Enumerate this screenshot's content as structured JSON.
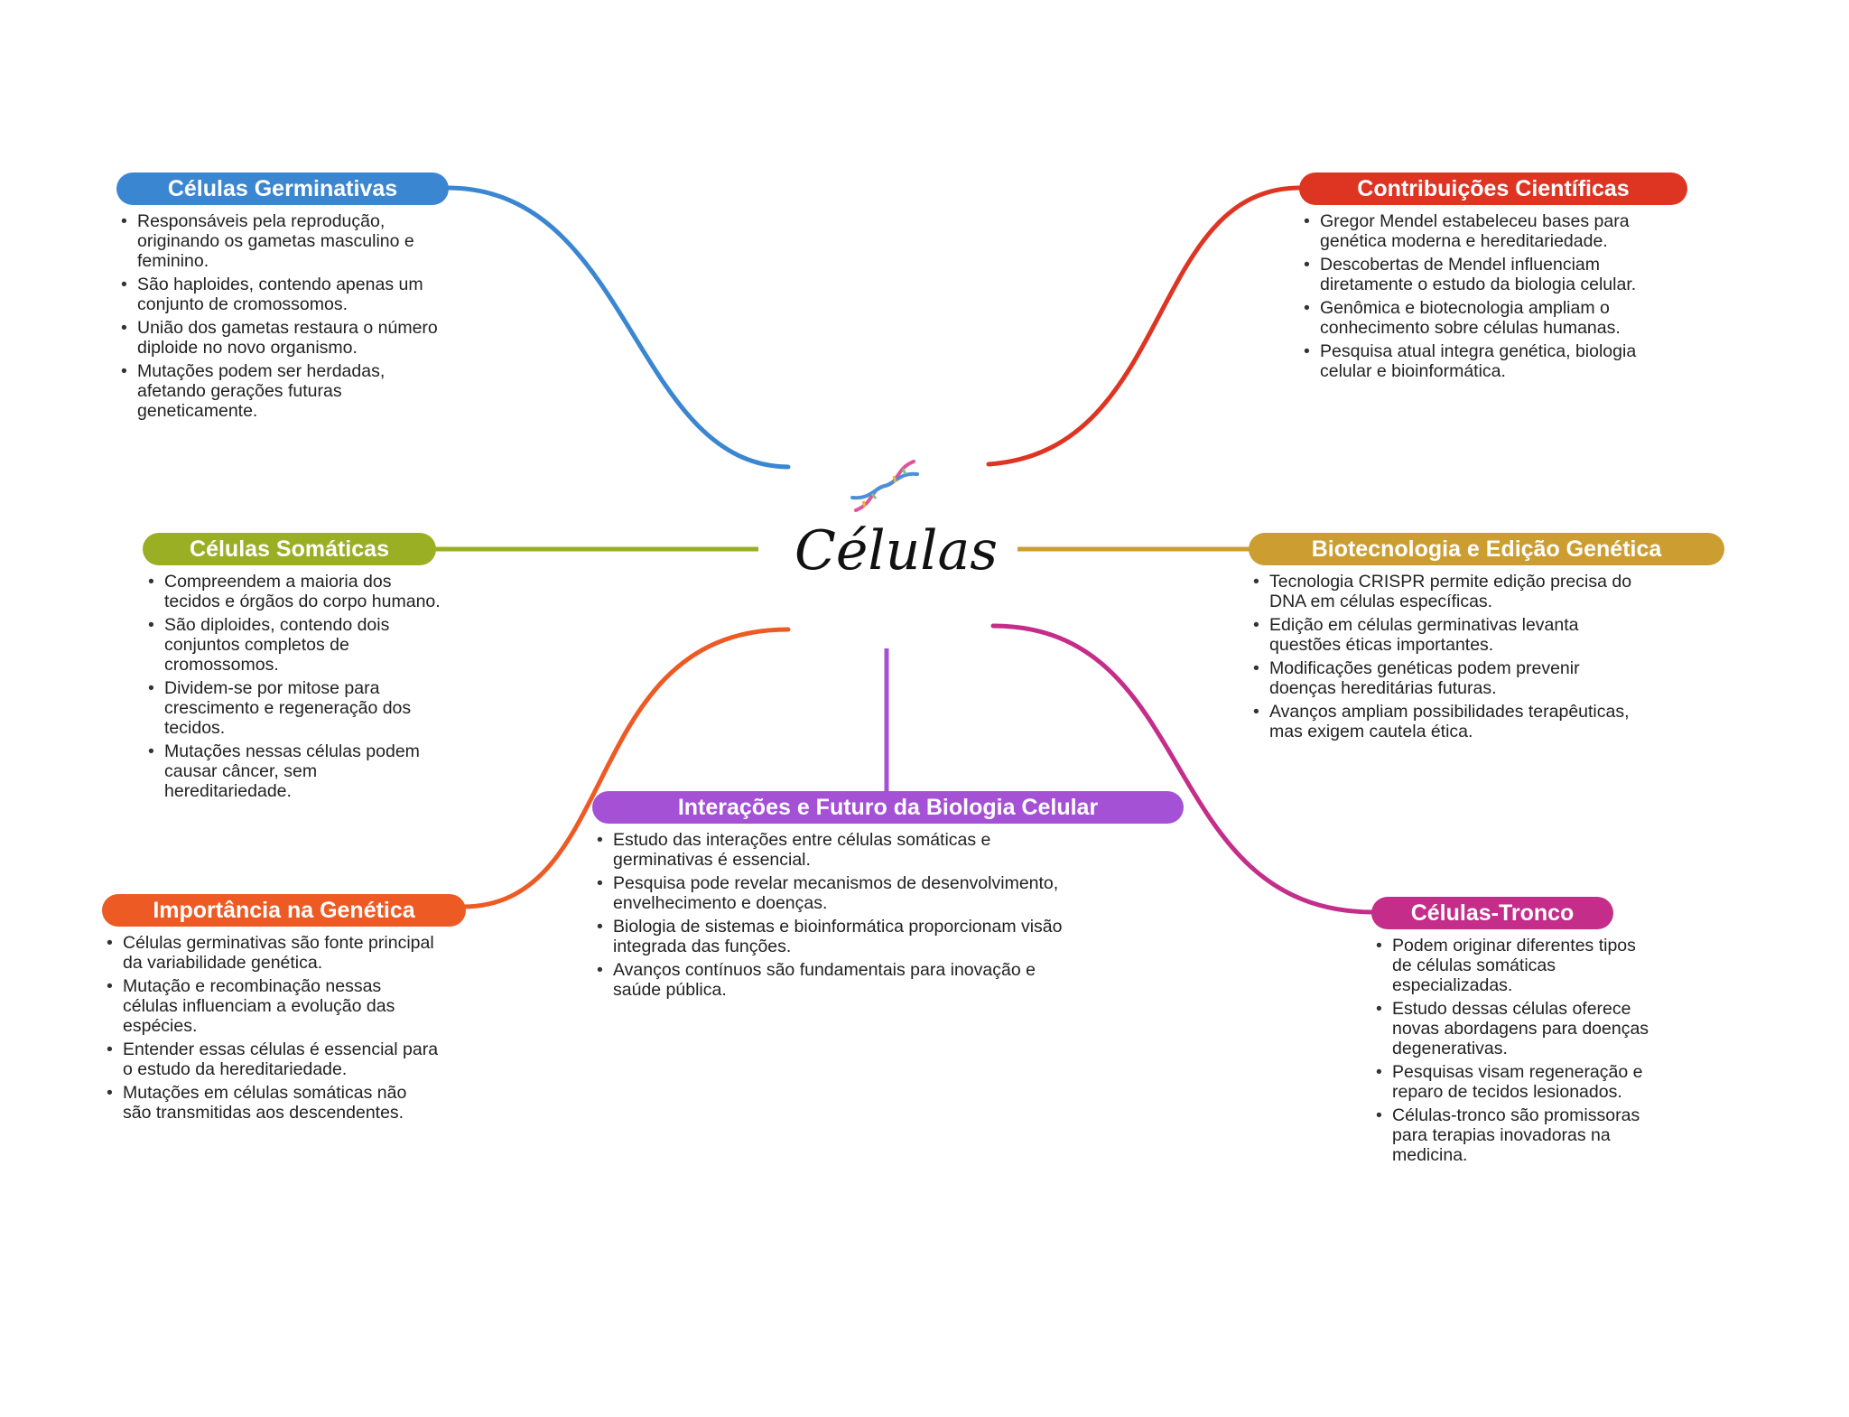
{
  "central": {
    "title": "Células",
    "icon": "dna-icon"
  },
  "colors": {
    "germinativas": "#3A86D1",
    "somaticas": "#9BAF24",
    "importancia": "#EE5A24",
    "interacoes": "#A451D6",
    "contribuicoes": "#DE3523",
    "biotecnologia": "#CC9E31",
    "tronco": "#C42D8A"
  },
  "nodes": {
    "germinativas": {
      "title": "Células Germinativas",
      "bullets": [
        "Responsáveis pela reprodução, originando os gametas masculino e feminino.",
        "São haploides, contendo apenas um conjunto de cromossomos.",
        "União dos gametas restaura o número diploide no novo organismo.",
        "Mutações podem ser herdadas, afetando gerações futuras geneticamente."
      ]
    },
    "somaticas": {
      "title": "Células Somáticas",
      "bullets": [
        "Compreendem a maioria dos tecidos e órgãos do corpo humano.",
        "São diploides, contendo dois conjuntos completos de cromossomos.",
        "Dividem-se por mitose para crescimento e regeneração dos tecidos.",
        "Mutações nessas células podem causar câncer, sem hereditariedade."
      ]
    },
    "importancia": {
      "title": "Importância na Genética",
      "bullets": [
        "Células germinativas são fonte principal da variabilidade genética.",
        "Mutação e recombinação nessas células influenciam a evolução das espécies.",
        "Entender essas células é essencial para o estudo da hereditariedade.",
        "Mutações em células somáticas não são transmitidas aos descendentes."
      ]
    },
    "interacoes": {
      "title": "Interações e Futuro da Biologia Celular",
      "bullets": [
        "Estudo das interações entre células somáticas e germinativas é essencial.",
        "Pesquisa pode revelar mecanismos de desenvolvimento, envelhecimento e doenças.",
        "Biologia de sistemas e bioinformática proporcionam visão integrada das funções.",
        "Avanços contínuos são fundamentais para inovação e saúde pública."
      ]
    },
    "contribuicoes": {
      "title": "Contribuições Científicas",
      "bullets": [
        "Gregor Mendel estabeleceu bases para genética moderna e hereditariedade.",
        "Descobertas de Mendel influenciam diretamente o estudo da biologia celular.",
        "Genômica e biotecnologia ampliam o conhecimento sobre células humanas.",
        "Pesquisa atual integra genética, biologia celular e bioinformática."
      ]
    },
    "biotecnologia": {
      "title": "Biotecnologia e Edição Genética",
      "bullets": [
        "Tecnologia CRISPR permite edição precisa do DNA em células específicas.",
        "Edição em células germinativas levanta questões éticas importantes.",
        "Modificações genéticas podem prevenir doenças hereditárias futuras.",
        "Avanços ampliam possibilidades terapêuticas, mas exigem cautela ética."
      ]
    },
    "tronco": {
      "title": "Células-Tronco",
      "bullets": [
        "Podem originar diferentes tipos de células somáticas especializadas.",
        "Estudo dessas células oferece novas abordagens para doenças degenerativas.",
        "Pesquisas visam regeneração e reparo de tecidos lesionados.",
        "Células-tronco são promissoras para terapias inovadoras na medicina."
      ]
    }
  }
}
